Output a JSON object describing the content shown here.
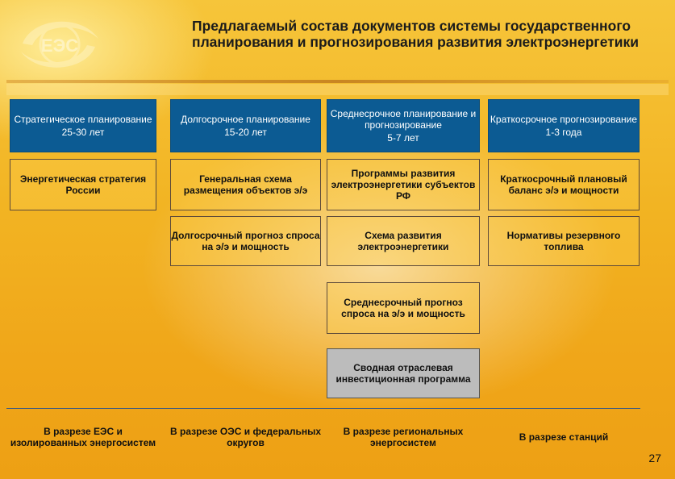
{
  "title": "Предлагаемый состав документов системы государственного планирования и прогнозирования развития электроэнергетики",
  "logo": {
    "text": "ЕЭС"
  },
  "headers": [
    {
      "label": "Стратегическое планирование",
      "period": "25-30 лет"
    },
    {
      "label": "Долгосрочное планирование",
      "period": "15-20 лет"
    },
    {
      "label": "Среднесрочное планирование и прогнозирование",
      "period": "5-7 лет"
    },
    {
      "label": "Краткосрочное прогнозирование",
      "period": "1-3 года"
    }
  ],
  "documents": {
    "energy_strategy": "Энергетическая стратегия России",
    "general_scheme": "Генеральная схема размещения объектов э/э",
    "regional_programs": "Программы развития электроэнергетики субъектов РФ",
    "short_term_balance": "Краткосрочный плановый баланс э/э и мощности",
    "long_term_forecast": "Долгосрочный прогноз спроса на э/э и мощность",
    "development_scheme": "Схема развития электроэнергетики",
    "reserve_fuel": "Нормативы резервного топлива",
    "mid_term_forecast": "Среднесрочный прогноз спроса на э/э и мощность",
    "investment_program": "Сводная отраслевая инвестиционная программа"
  },
  "breakdown": [
    "В разрезе ЕЭС и изолированных энергосистем",
    "В разрезе ОЭС и федеральных округов",
    "В разрезе региональных энергосистем",
    "В разрезе станций"
  ],
  "page_number": "27",
  "colors": {
    "header_blue": "#0c5b93",
    "background": "#f2b322",
    "summary_box": "#bcbcbc"
  }
}
